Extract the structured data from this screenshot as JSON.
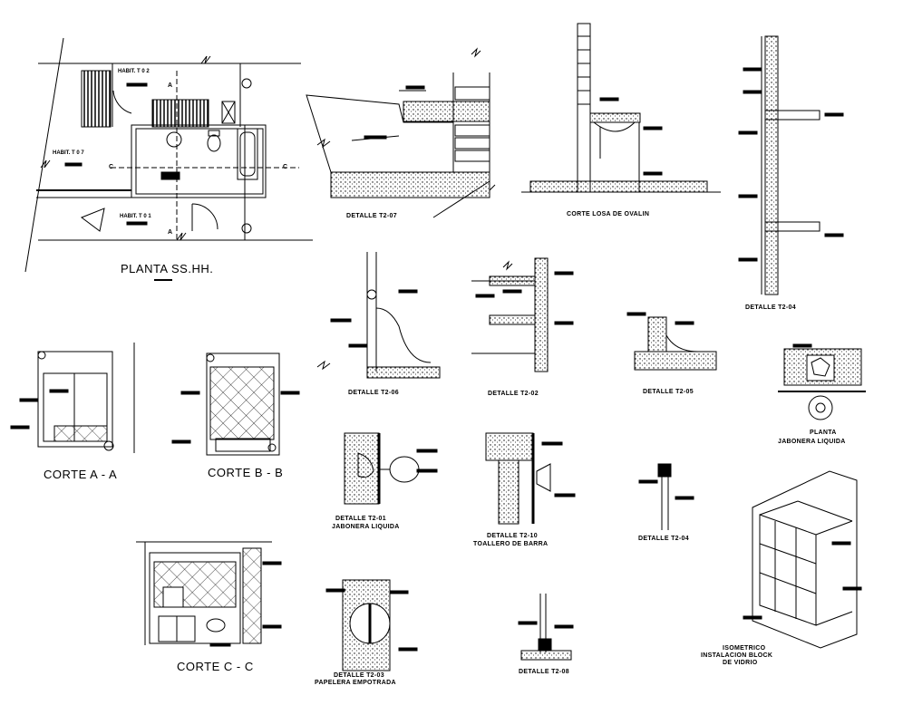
{
  "plan": {
    "title": "PLANTA SS.HH.",
    "room_top": "HABIT. T 0 2",
    "room_left": "HABIT. T 0 7",
    "room_bottom": "HABIT. T 0 1",
    "marker_a": "A",
    "marker_c": "C"
  },
  "sections": {
    "corte_aa": "CORTE  A - A",
    "corte_bb": "CORTE  B - B",
    "corte_cc": "CORTE  C - C"
  },
  "details": {
    "d_t2_07": "DETALLE T2-07",
    "corte_losa": "CORTE LOSA DE OVALIN",
    "d_t2_04_right": "DETALLE T2-04",
    "d_t2_06": "DETALLE T2-06",
    "d_t2_02": "DETALLE T2-02",
    "d_t2_05": "DETALLE T2-05",
    "planta_jabonera": "PLANTA",
    "jabonera_liquida": "JABONERA LIQUIDA",
    "d_t2_01": "DETALLE T2-01",
    "d_t2_01_sub": "JABONERA LIQUIDA",
    "d_t2_10": "DETALLE T2-10",
    "toallero": "TOALLERO DE BARRA",
    "d_t2_04_mid": "DETALLE T2-04",
    "isometrico_1": "ISOMETRICO",
    "isometrico_2": "INSTALACION BLOCK",
    "isometrico_3": "DE VIDRIO",
    "d_t2_03": "DETALLE T2-03",
    "papelera": "PAPELERA EMPOTRADA",
    "d_t2_08": "DETALLE T2-08"
  }
}
